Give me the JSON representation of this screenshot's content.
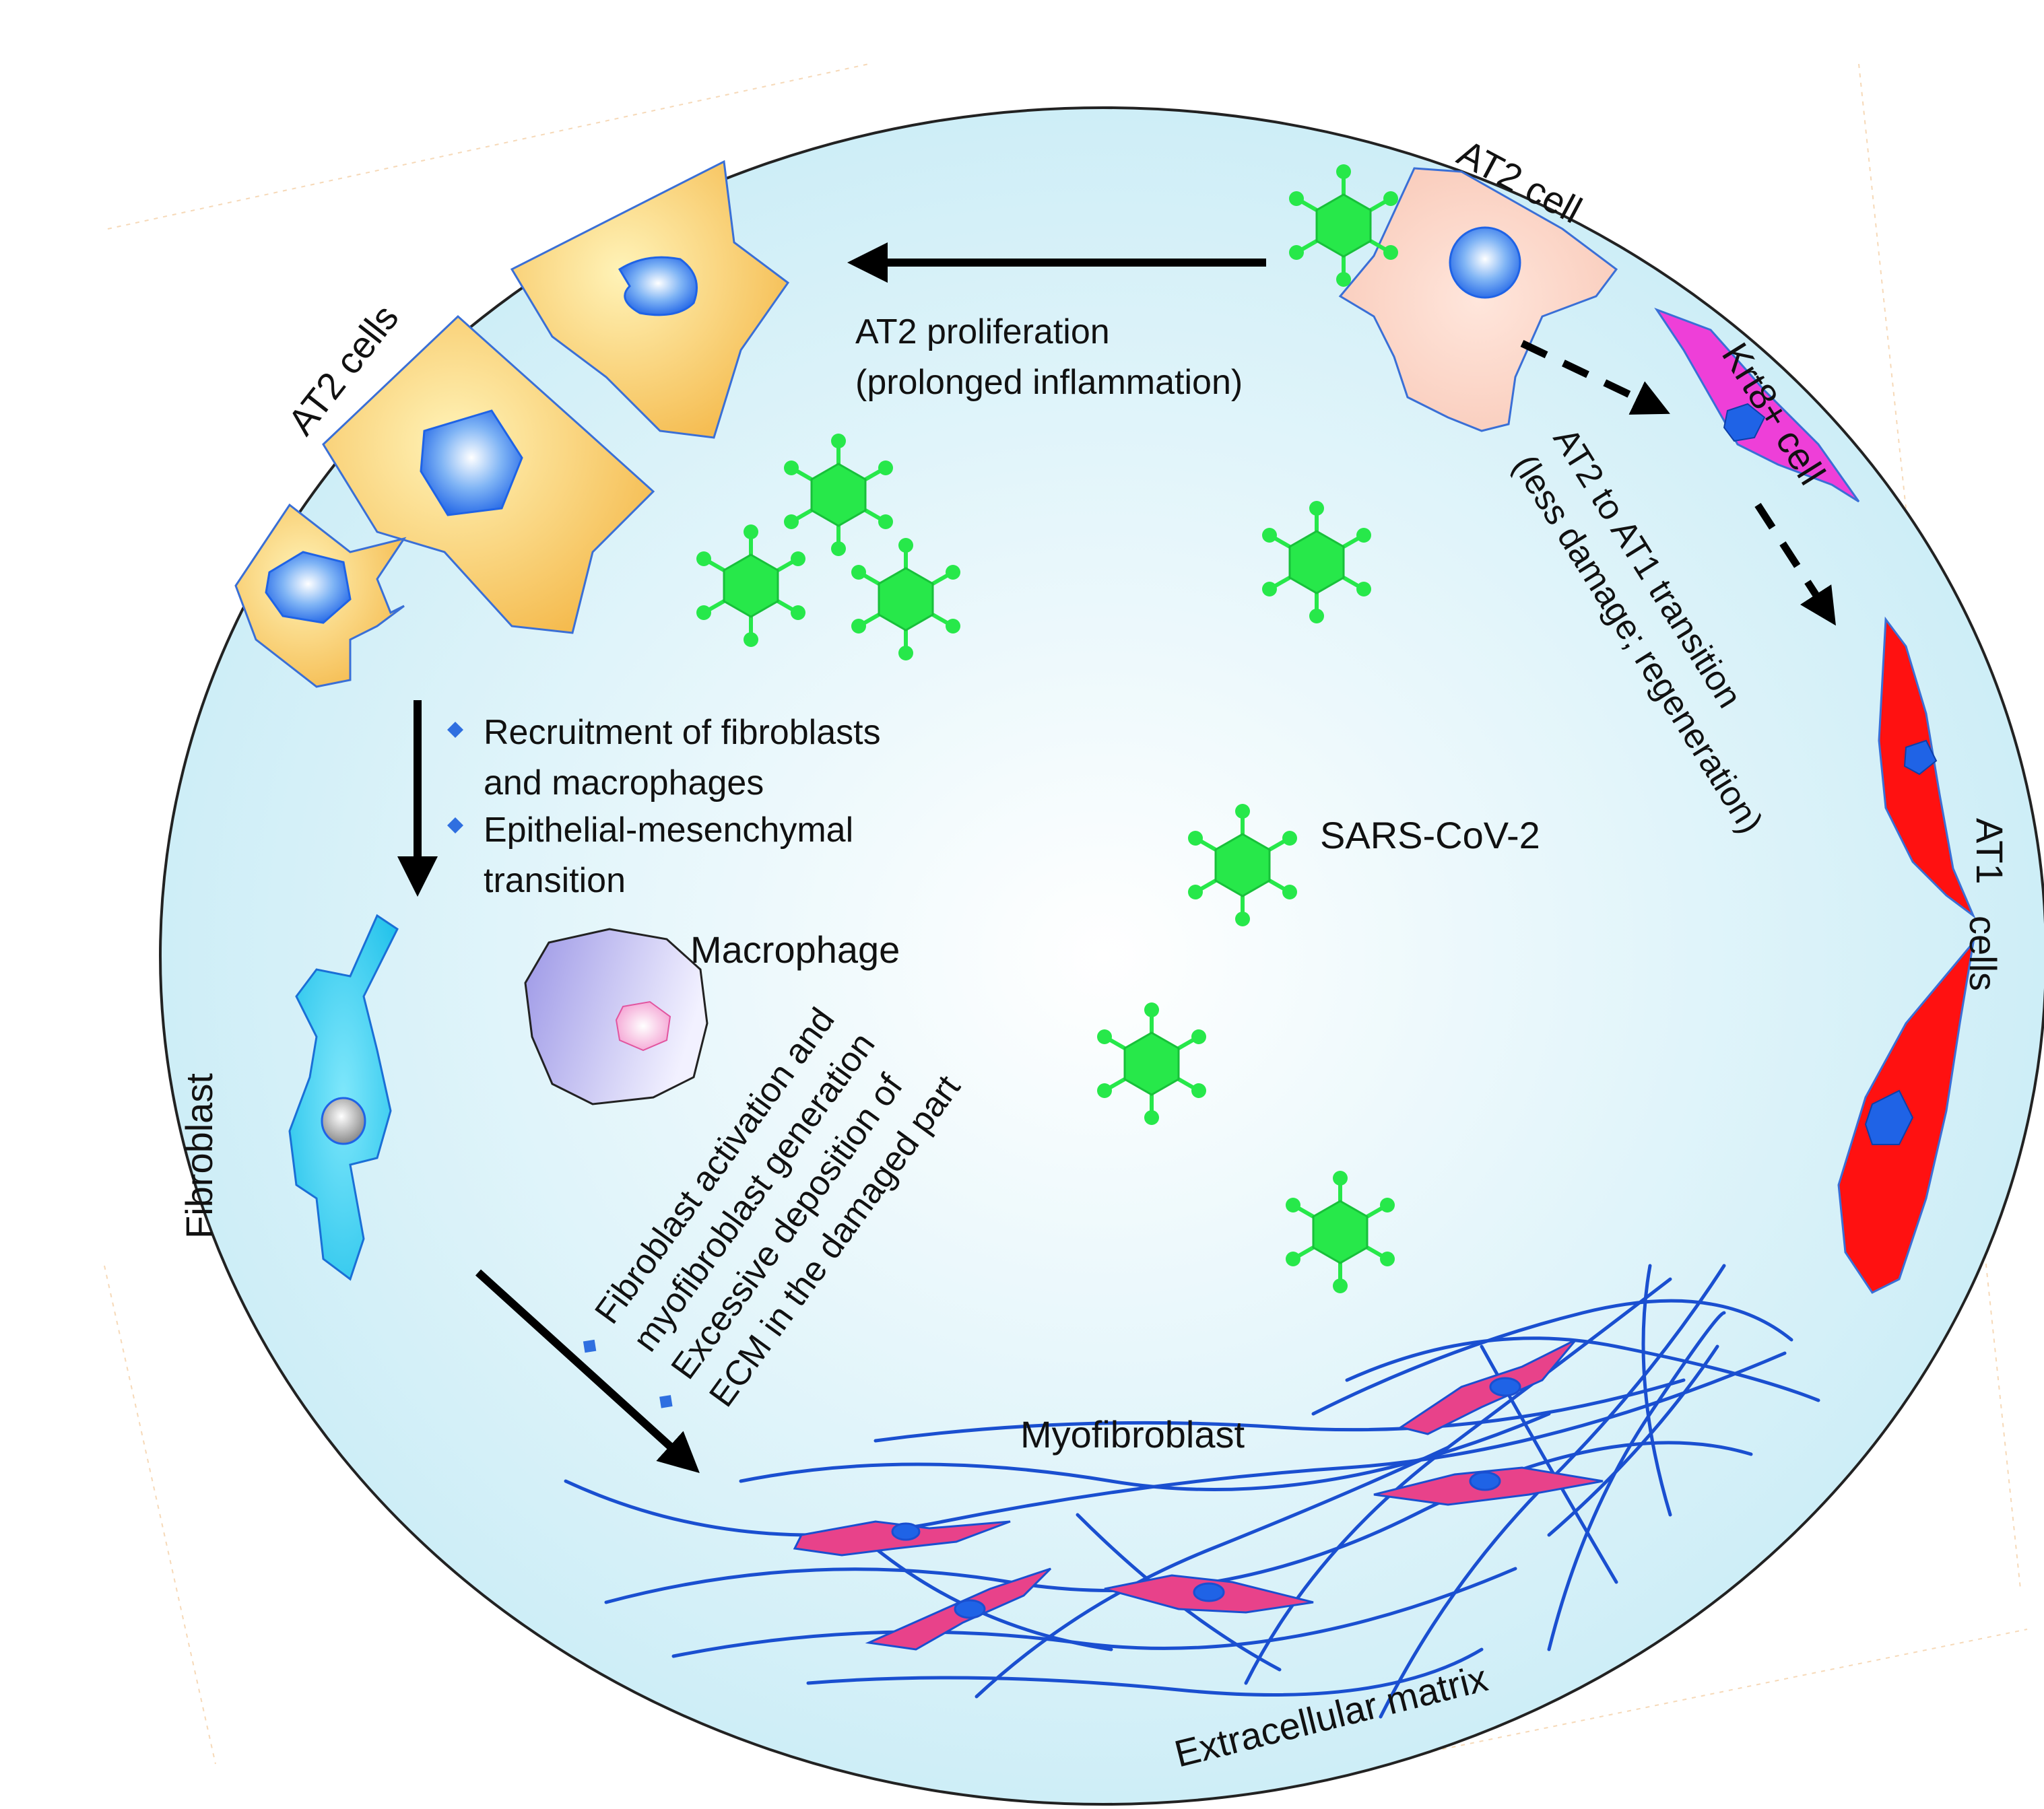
{
  "labels": {
    "at2_cell": "AT2 cell",
    "at2_cells": "AT2 cells",
    "krt8_cell": "Krt8+ cell",
    "at1_cells_line1": "AT1",
    "at1_cells_line2": "cells",
    "fibroblast": "Fibroblast",
    "macrophage": "Macrophage",
    "sars_cov_2": "SARS-CoV-2",
    "myofibroblast": "Myofibroblast",
    "extracellular_matrix": "Extracellular matrix"
  },
  "pathways": {
    "proliferation": {
      "line1": "AT2 proliferation",
      "line2": "(prolonged inflammation)"
    },
    "transition": {
      "line1": "AT2 to AT1 transition",
      "line2": "(less damage; regeneration)"
    },
    "recruitment": {
      "bullets": [
        {
          "line1": "Recruitment of fibroblasts",
          "line2": "and macrophages"
        },
        {
          "line1": "Epithelial-mesenchymal",
          "line2": "transition"
        }
      ]
    },
    "activation": {
      "bullets": [
        {
          "line1": "Fibroblast activation and",
          "line2": "myofibroblast generation"
        },
        {
          "line1": "Excessive deposition of",
          "line2": "ECM in the damaged part"
        }
      ]
    }
  },
  "colors": {
    "background_center": "#ffffff",
    "background_edge": "#c9ecf6",
    "at2_cells": "#f3b13c",
    "at2_cell_pink": "#f8c6b4",
    "krt8_cell": "#ee3fd8",
    "at1_cells": "#ff1111",
    "nucleus": "#1f63e6",
    "virus": "#27e84a",
    "fibroblast": "#27cdf0",
    "macrophage": "#b7b3f0",
    "macrophage_nucleus": "#f39cd0",
    "myofibroblast": "#e8428a",
    "ecm_fibers": "#1a4fd0",
    "bullet": "#2f6fe0",
    "arrow": "#000000"
  }
}
